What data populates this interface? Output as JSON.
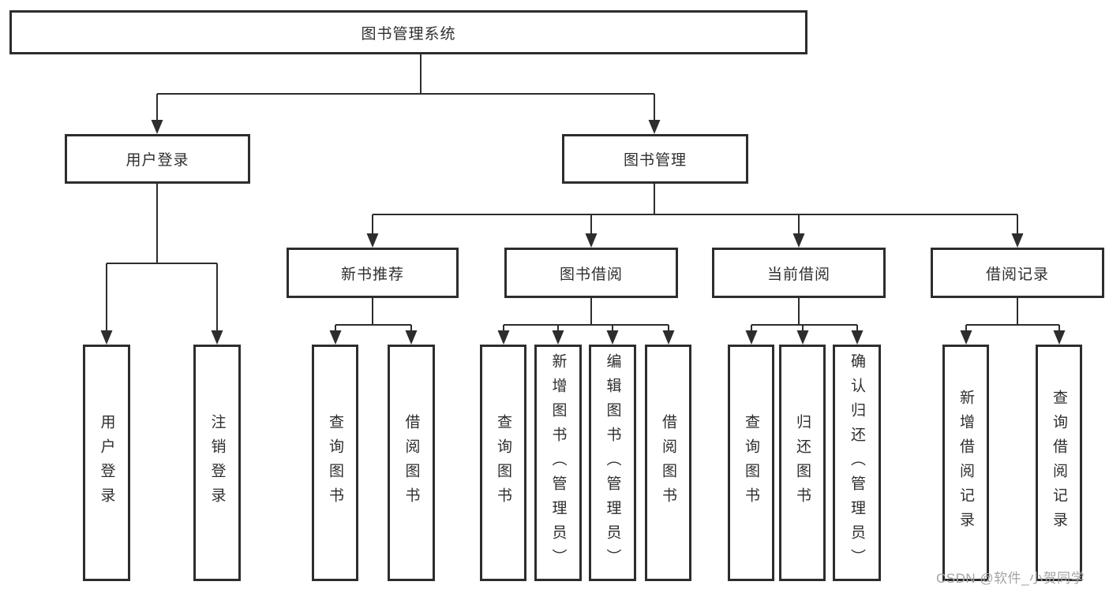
{
  "diagram": {
    "root": {
      "label": "图书管理系统"
    },
    "branches": [
      {
        "label": "用户登录",
        "children": [
          {
            "label": "用户登录"
          },
          {
            "label": "注销登录"
          }
        ]
      },
      {
        "label": "图书管理",
        "children": [
          {
            "label": "新书推荐",
            "children": [
              {
                "label": "查询图书"
              },
              {
                "label": "借阅图书"
              }
            ]
          },
          {
            "label": "图书借阅",
            "children": [
              {
                "label": "查询图书"
              },
              {
                "label": "新增图书（管理员）"
              },
              {
                "label": "编辑图书（管理员）"
              },
              {
                "label": "借阅图书"
              }
            ]
          },
          {
            "label": "当前借阅",
            "children": [
              {
                "label": "查询图书"
              },
              {
                "label": "归还图书"
              },
              {
                "label": "确认归还（管理员）"
              }
            ]
          },
          {
            "label": "借阅记录",
            "children": [
              {
                "label": "新增借阅记录"
              },
              {
                "label": "查询借阅记录"
              }
            ]
          }
        ]
      }
    ]
  },
  "colors": {
    "line": "#2d2d2d",
    "box_border": "#2d2d2d",
    "text": "#2e2e2e",
    "watermark": "#a3a3a3"
  },
  "watermark": {
    "text": "CSDN @软件_小贺同学"
  }
}
